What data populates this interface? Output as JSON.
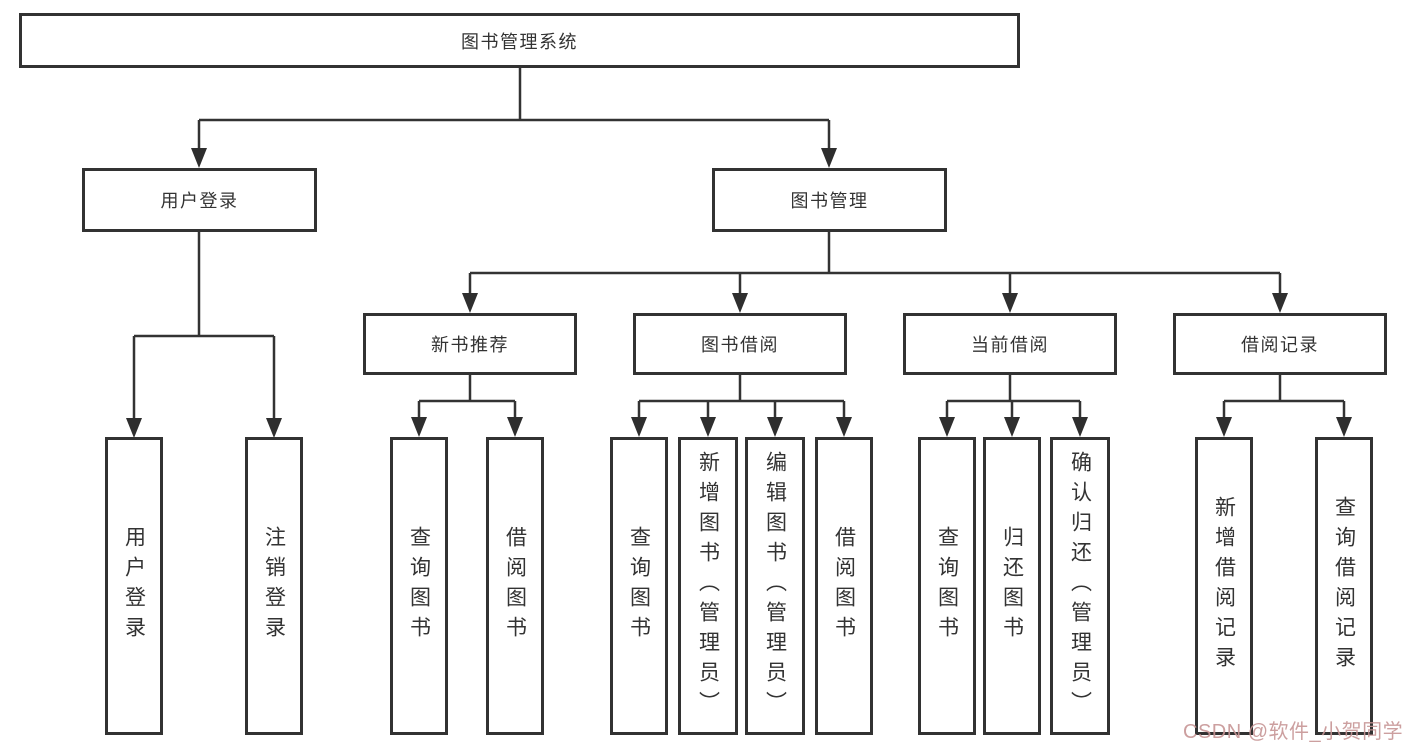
{
  "diagram": {
    "root": "图书管理系统",
    "level2": [
      {
        "label": "用户登录",
        "children": [
          "用户登录",
          "注销登录"
        ]
      },
      {
        "label": "图书管理",
        "children": [
          {
            "label": "新书推荐",
            "children": [
              "查询图书",
              "借阅图书"
            ]
          },
          {
            "label": "图书借阅",
            "children": [
              "查询图书",
              "新增图书（管理员）",
              "编辑图书（管理员）",
              "借阅图书"
            ]
          },
          {
            "label": "当前借阅",
            "children": [
              "查询图书",
              "归还图书",
              "确认归还（管理员）"
            ]
          },
          {
            "label": "借阅记录",
            "children": [
              "新增借阅记录",
              "查询借阅记录"
            ]
          }
        ]
      }
    ]
  },
  "watermark": "CSDN @软件_小贺同学",
  "colors": {
    "line": "#333333",
    "box_border": "#323232",
    "text": "#333333",
    "background": "#ffffff",
    "watermark": "#c69595"
  }
}
